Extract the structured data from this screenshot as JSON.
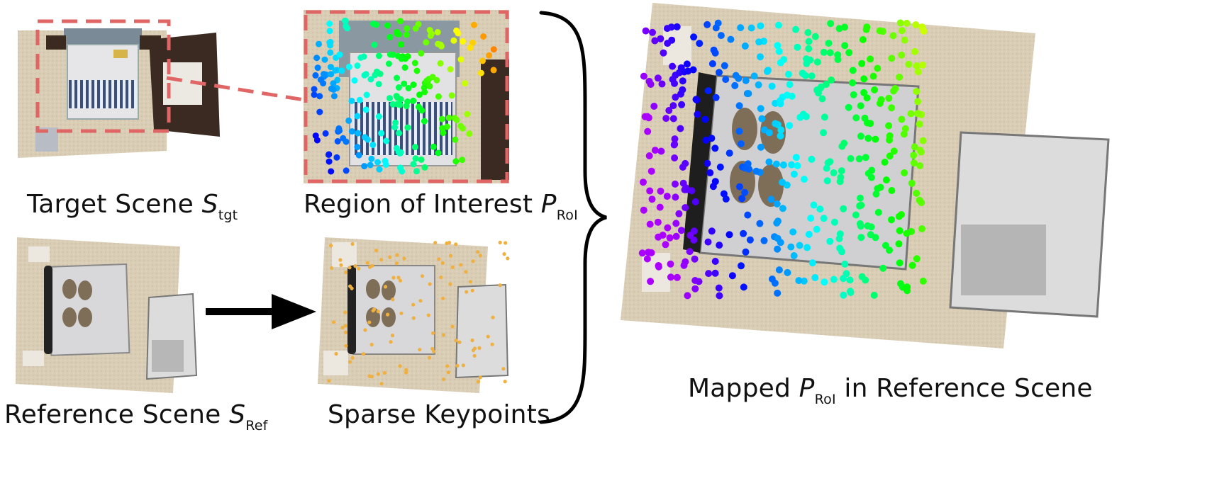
{
  "captions": {
    "target": {
      "text": "Target Scene ",
      "symbol": "S",
      "sub": "tgt"
    },
    "roi": {
      "text": "Region of Interest ",
      "symbol": "P",
      "sub": "RoI"
    },
    "reference": {
      "text": "Reference Scene ",
      "symbol": "S",
      "sub": "Ref"
    },
    "keypoints": {
      "text": "Sparse Keypoints"
    },
    "mapped": {
      "pre": "Mapped ",
      "symbol": "P",
      "sub": "RoI",
      "post": " in Reference Scene"
    }
  },
  "colors": {
    "roi_box": "#e06666",
    "floor": "#d8ccb4",
    "keypoint": "#f0b040",
    "arrow": "#000000"
  }
}
